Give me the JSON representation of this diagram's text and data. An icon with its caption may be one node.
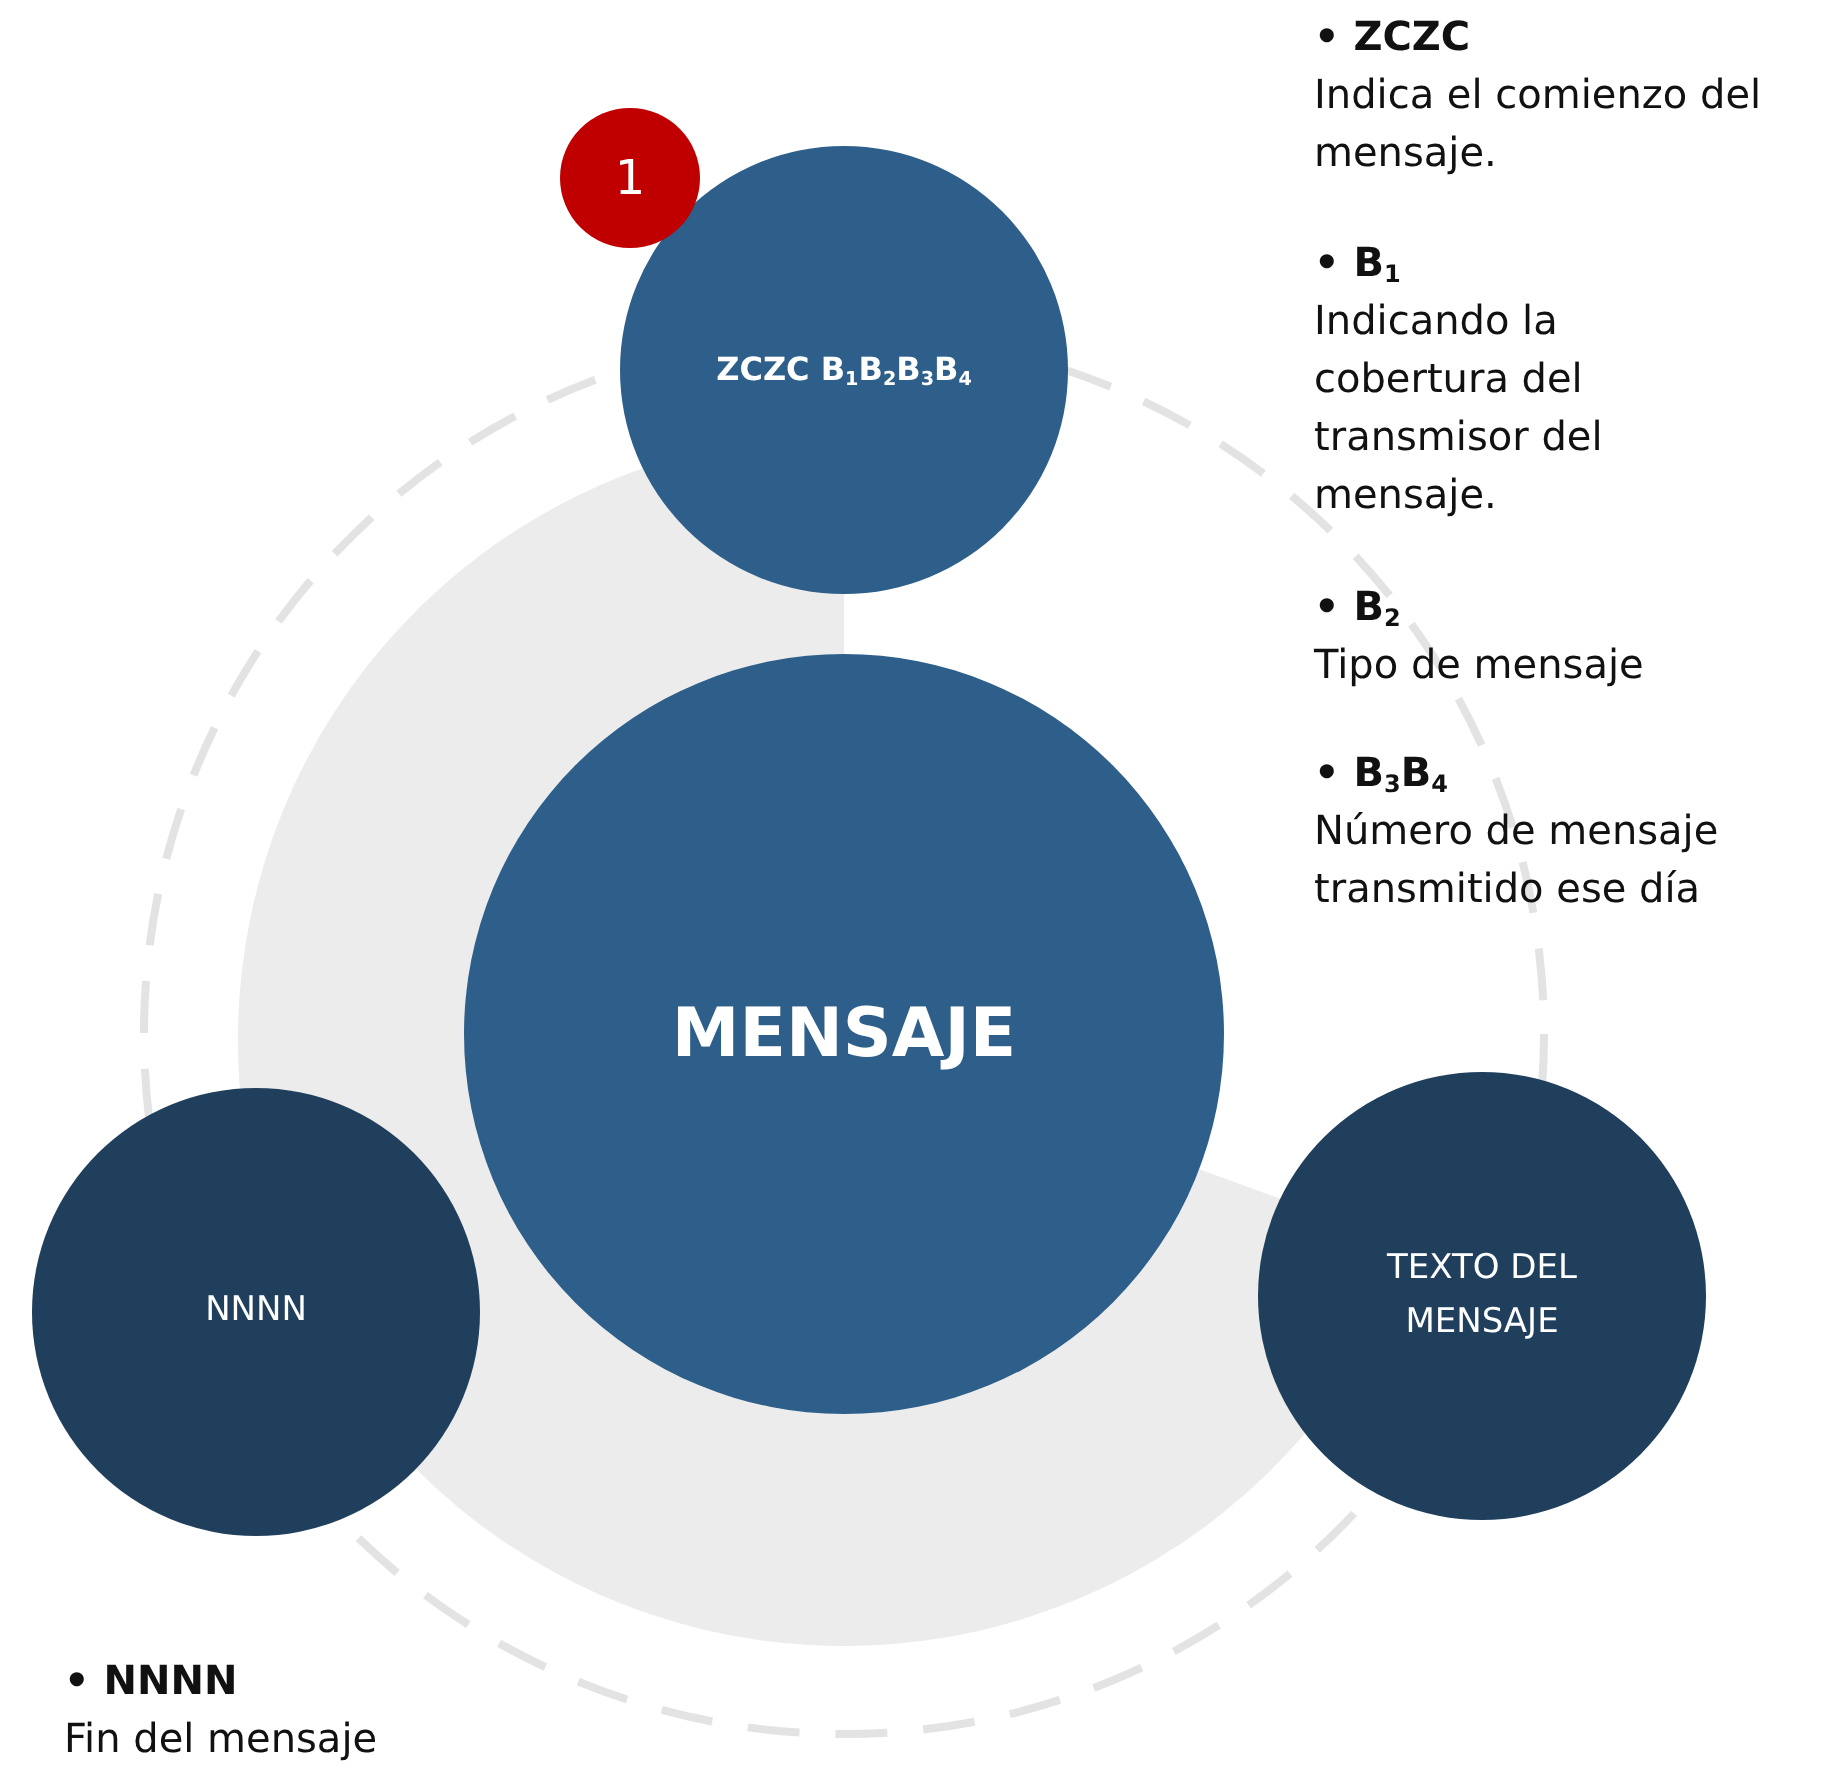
{
  "diagram": {
    "nodes": [
      {
        "text": [
          "1"
        ]
      },
      {
        "text": [
          "ZCZC B$_{1}$B$_{2}$B$_{3}$B$_{4}$"
        ]
      },
      {
        "text": [
          "MENSAJE"
        ]
      },
      {
        "text": [
          "NNNN"
        ]
      },
      {
        "text": [
          "TEXTO DEL MENSAJE"
        ]
      }
    ],
    "edges": [],
    "labels": [
      "• ZCZC",
      "Indica el comienzo del mensaje.",
      "• B$_{1}$",
      "Indicando la cobertura del transmisor del mensaje.",
      "• B$_{2}$",
      "Tipo de mensaje",
      "• B$_{3}$B$_{4}$",
      "Número de mensaje transmitido ese día",
      "• NNNN",
      "Fin del mensaje"
    ]
  }
}
